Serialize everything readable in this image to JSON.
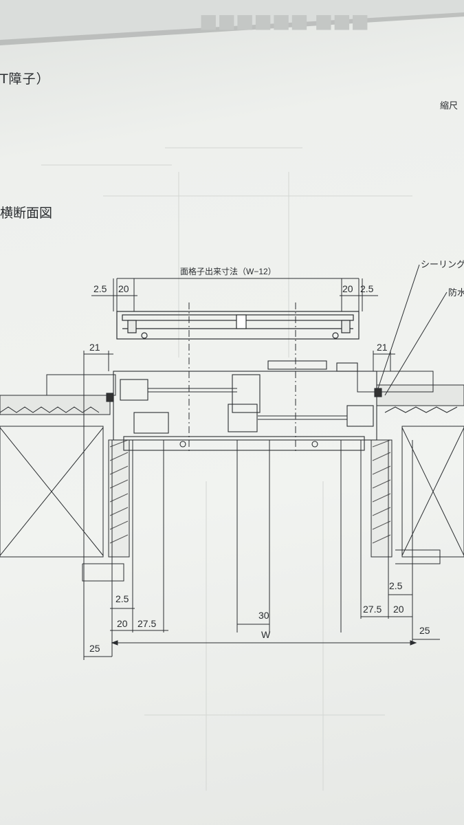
{
  "document": {
    "heading_partial": "T障子）",
    "scale_partial": "縮尺",
    "section_title": "横断面図"
  },
  "drawing": {
    "top_dimension_label": "面格子出来寸法（W−12）",
    "leader_labels": [
      "シーリング",
      "防水"
    ],
    "dimensions": {
      "top_left": [
        "2.5",
        "20"
      ],
      "top_right": [
        "20",
        "2.5"
      ],
      "mid_left": "21",
      "mid_right": "21",
      "bottom_left_stack": [
        "2.5",
        "20",
        "27.5"
      ],
      "bottom_right_stack": [
        "2.5",
        "27.5",
        "20"
      ],
      "center": "30",
      "overall": "W",
      "outer_left": "25",
      "outer_right": "25"
    }
  },
  "colors": {
    "paper": "#eef0ed",
    "ink": "#2a2d30",
    "fold_shadow": "#9a9d9c"
  }
}
